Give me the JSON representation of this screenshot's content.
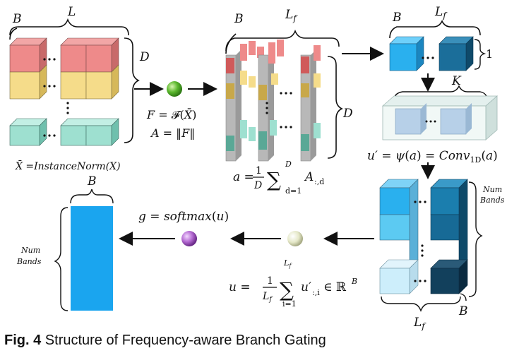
{
  "caption": {
    "label": "Fig. 4",
    "text": " Structure of Frequency-aware Branch Gating"
  },
  "input_block": {
    "label_B": "B",
    "label_L": "L",
    "label_D": "D",
    "norm_formula": "X̄ =InstanceNorm(X)"
  },
  "feature_step": {
    "formula_F": "F = 𝓕(X̄)",
    "formula_A": "A = ‖F‖"
  },
  "stacked_block": {
    "label_B": "B",
    "label_Lf": "L_f",
    "label_D": "D",
    "formula_a_lhs": "a =",
    "formula_a_frac_num": "1",
    "formula_a_frac_den": "D",
    "formula_a_sum_top": "D",
    "formula_a_sum_bottom": "d=1",
    "formula_a_term": "A",
    "formula_a_sub": ":,d"
  },
  "pooled_block": {
    "label_B": "B",
    "label_Lf": "L_f",
    "label_1": "1"
  },
  "conv_block": {
    "label_K": "K",
    "formula": "u′ = ψ(a) = Conv_1D(a)"
  },
  "bands_block": {
    "label_num": "Num",
    "label_bands": "Bands",
    "label_Lf": "L_f",
    "label_B": "B"
  },
  "pooling_step": {
    "formula_lhs": "u =",
    "frac_num": "1",
    "frac_den": "L_f",
    "sum_top": "L_f",
    "sum_bottom": "i=1",
    "term": "u′",
    "term_sub": ":,i",
    "tail": "∈ ℝ",
    "tail_sup": "B"
  },
  "softmax_step": {
    "formula": "g = softmax(u)"
  },
  "output_block": {
    "label_B": "B",
    "label_num": "Num",
    "label_bands": "Bands"
  },
  "colors": {
    "red": "#ee8a8a",
    "yellow": "#f5dc8a",
    "teal": "#9ee0d0",
    "blue_light": "#2ab0ee",
    "blue_dark": "#1b6e9a",
    "output_bar": "#1aa5ef",
    "ball_green": "#5cb82e",
    "ball_cream": "#e5e8c8",
    "ball_purple": "#b46ad2"
  }
}
